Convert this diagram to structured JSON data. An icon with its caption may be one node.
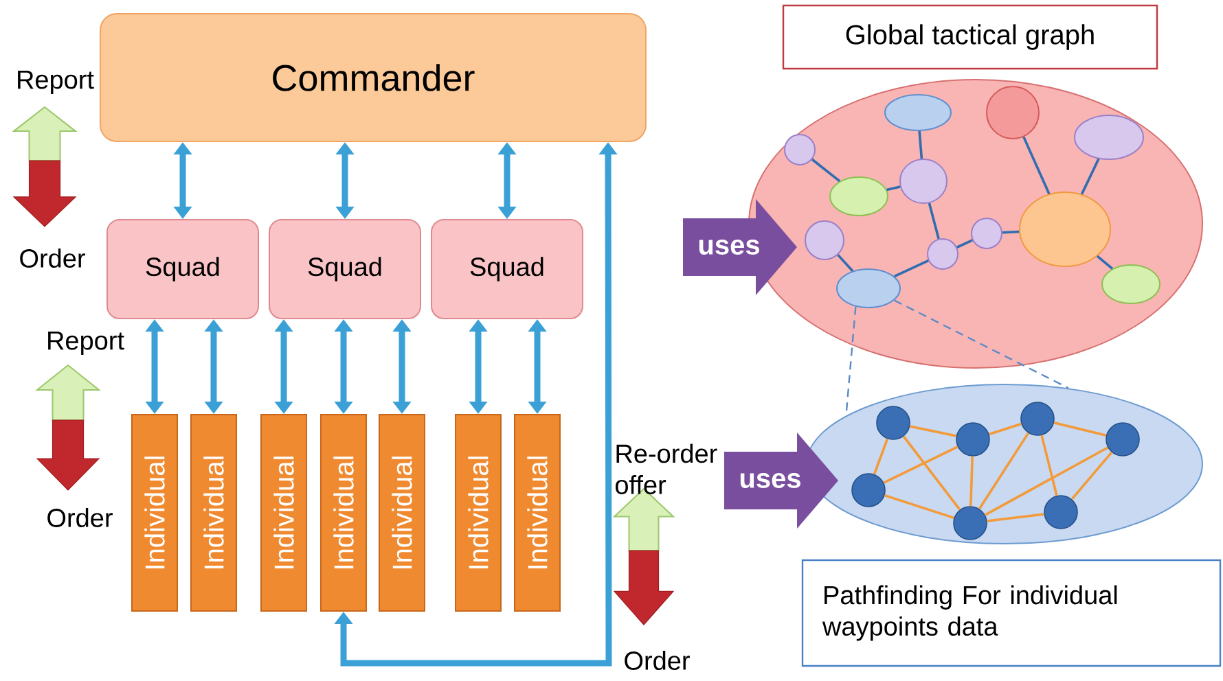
{
  "diagram": {
    "nodes": [
      {
        "text": [
          "Commander"
        ]
      },
      {
        "text": [
          "Squad"
        ]
      },
      {
        "text": [
          "Squad"
        ]
      },
      {
        "text": [
          "Squad"
        ]
      },
      {
        "text": [
          "Individual"
        ]
      },
      {
        "text": [
          "Individual"
        ]
      },
      {
        "text": [
          "Individual"
        ]
      },
      {
        "text": [
          "Individual"
        ]
      },
      {
        "text": [
          "Individual"
        ]
      },
      {
        "text": [
          "Individual"
        ]
      },
      {
        "text": [
          "Individual"
        ]
      },
      {
        "text": [
          "Global tactical graph"
        ]
      },
      {
        "text": [],
        "shape": "ellipse"
      },
      {
        "text": [],
        "shape": "ellipse",
        "in": 12
      },
      {
        "text": [],
        "shape": "circle",
        "in": 12
      },
      {
        "text": [],
        "shape": "ellipse",
        "in": 12
      },
      {
        "text": [],
        "shape": "circle",
        "in": 12
      },
      {
        "text": [],
        "shape": "ellipse",
        "in": 12
      },
      {
        "text": [],
        "shape": "ellipse",
        "in": 12
      },
      {
        "text": [],
        "shape": "ellipse",
        "in": 12
      },
      {
        "text": [],
        "shape": "circle",
        "in": 12
      },
      {
        "text": [],
        "shape": "circle",
        "in": 12
      },
      {
        "text": [],
        "shape": "circle",
        "in": 12
      },
      {
        "text": [],
        "shape": "ellipse",
        "in": 12
      },
      {
        "text": [],
        "shape": "ellipse",
        "in": 12
      },
      {
        "text": [
          "uses"
        ]
      },
      {
        "text": [],
        "shape": "ellipse"
      },
      {
        "text": [],
        "shape": "circle",
        "in": 26
      },
      {
        "text": [],
        "shape": "circle",
        "in": 26
      },
      {
        "text": [],
        "shape": "circle",
        "in": 26
      },
      {
        "text": [],
        "shape": "circle",
        "in": 26
      },
      {
        "text": [],
        "shape": "circle",
        "in": 26
      },
      {
        "text": [],
        "shape": "circle",
        "in": 26
      },
      {
        "text": [],
        "shape": "circle",
        "in": 26
      },
      {
        "text": [
          "uses"
        ]
      },
      {
        "text": [
          "Pathfinding For individual waypoints data"
        ]
      }
    ],
    "edges": [
      {
        "from": 0,
        "to": 1,
        "arrow": "both",
        "style": "thick",
        "color": "#3aa0d5"
      },
      {
        "from": 0,
        "to": 2,
        "arrow": "both",
        "style": "thick",
        "color": "#3aa0d5"
      },
      {
        "from": 0,
        "to": 3,
        "arrow": "both",
        "style": "thick",
        "color": "#3aa0d5"
      },
      {
        "from": 1,
        "to": 4,
        "arrow": "both",
        "style": "thick",
        "color": "#3aa0d5"
      },
      {
        "from": 1,
        "to": 5,
        "arrow": "both",
        "style": "thick",
        "color": "#3aa0d5"
      },
      {
        "from": 2,
        "to": 6,
        "arrow": "both",
        "style": "thick",
        "color": "#3aa0d5"
      },
      {
        "from": 2,
        "to": 7,
        "arrow": "both",
        "style": "thick",
        "color": "#3aa0d5"
      },
      {
        "from": 2,
        "to": 8,
        "arrow": "both",
        "style": "thick",
        "color": "#3aa0d5"
      },
      {
        "from": 3,
        "to": 9,
        "arrow": "both",
        "style": "thick",
        "color": "#3aa0d5"
      },
      {
        "from": 3,
        "to": 10,
        "arrow": "both",
        "style": "thick",
        "color": "#3aa0d5"
      },
      {
        "from": 7,
        "to": 0,
        "arrow": "both",
        "style": "thick",
        "color": "#3aa0d5"
      },
      {
        "from": 16,
        "to": 18,
        "arrow": "none",
        "color": "#2f6db0"
      },
      {
        "from": 18,
        "to": 17,
        "arrow": "none",
        "color": "#2f6db0"
      },
      {
        "from": 13,
        "to": 17,
        "arrow": "none",
        "color": "#2f6db0"
      },
      {
        "from": 17,
        "to": 22,
        "arrow": "none",
        "color": "#2f6db0"
      },
      {
        "from": 22,
        "to": 20,
        "arrow": "none",
        "color": "#2f6db0"
      },
      {
        "from": 20,
        "to": 19,
        "arrow": "none",
        "color": "#2f6db0"
      },
      {
        "from": 14,
        "to": 19,
        "arrow": "none",
        "color": "#2f6db0"
      },
      {
        "from": 15,
        "to": 19,
        "arrow": "none",
        "color": "#2f6db0"
      },
      {
        "from": 19,
        "to": 23,
        "arrow": "none",
        "color": "#2f6db0"
      },
      {
        "from": 21,
        "to": 24,
        "arrow": "none",
        "color": "#2f6db0"
      },
      {
        "from": 24,
        "to": 22,
        "arrow": "none",
        "color": "#2f6db0"
      },
      {
        "from": 24,
        "to": 26,
        "arrow": "none",
        "style": "dashed",
        "color": "#5a8cc8"
      },
      {
        "from": 24,
        "to": 26,
        "arrow": "none",
        "style": "dashed",
        "color": "#5a8cc8"
      },
      {
        "from": 28,
        "to": 29,
        "arrow": "none"
      },
      {
        "from": 28,
        "to": 31,
        "arrow": "none"
      },
      {
        "from": 28,
        "to": 33,
        "arrow": "none"
      },
      {
        "from": 29,
        "to": 31,
        "arrow": "none"
      },
      {
        "from": 29,
        "to": 33,
        "arrow": "none"
      },
      {
        "from": 29,
        "to": 27,
        "arrow": "none"
      },
      {
        "from": 27,
        "to": 33,
        "arrow": "none"
      },
      {
        "from": 27,
        "to": 30,
        "arrow": "none"
      },
      {
        "from": 27,
        "to": 32,
        "arrow": "none"
      },
      {
        "from": 30,
        "to": 32,
        "arrow": "none"
      },
      {
        "from": 30,
        "to": 33,
        "arrow": "none"
      },
      {
        "from": 31,
        "to": 33,
        "arrow": "none"
      },
      {
        "from": 33,
        "to": 32,
        "arrow": "none"
      }
    ],
    "labels": [
      "Report",
      "Order",
      "Report",
      "Order",
      "Re-order offer",
      "Order"
    ]
  }
}
